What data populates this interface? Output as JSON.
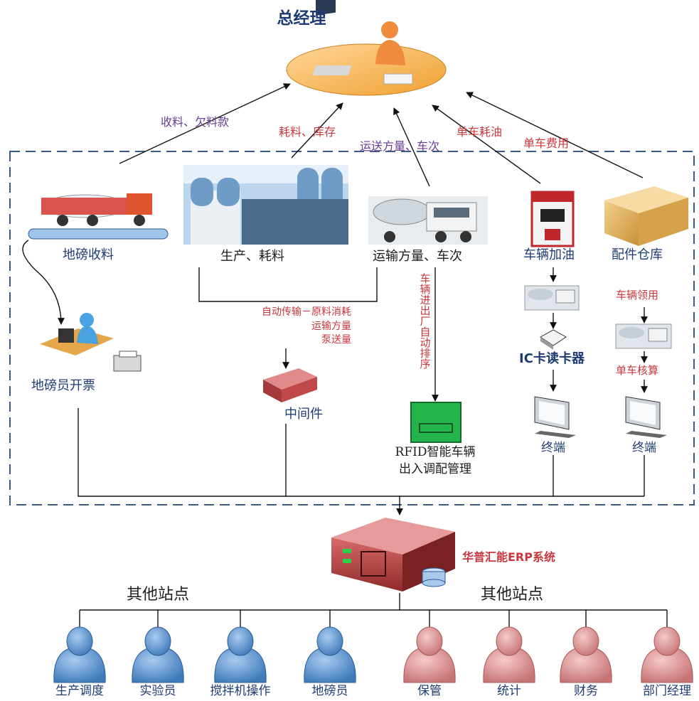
{
  "top": {
    "title": "总经理"
  },
  "flows": {
    "receiving_debt": "收料、欠料款",
    "consumption_inventory": "耗料、库存",
    "transport_trips": "运送方量、车次",
    "fuel_per_vehicle": "单车耗油",
    "cost_per_vehicle": "单车费用"
  },
  "site": {
    "scale_receiving": "地磅收料",
    "production": "生产、耗料",
    "transport": "运输方量、车次",
    "refueling": "车辆加油",
    "parts_warehouse": "配件仓库",
    "scale_clerk_ticket": "地磅员开票",
    "auto_transfer_lines": [
      "自动传输－原料消耗",
      "运输方量",
      "泵送量"
    ],
    "middleware": "中间件",
    "vehicle_auto_queue": "车辆进出厂自动排序",
    "rfid_lines": [
      "RFID智能车辆",
      "出入调配管理"
    ],
    "ic_reader": "IC卡读卡器",
    "vehicle_requisition": "车辆领用",
    "vehicle_accounting": "单车核算",
    "terminal_left": "终端",
    "terminal_right": "终端"
  },
  "server": {
    "name": "华普汇能ERP系统"
  },
  "bottom": {
    "other_sites_left": "其他站点",
    "other_sites_right": "其他站点",
    "users": [
      {
        "label": "生产调度",
        "color": "#4a86c5"
      },
      {
        "label": "实验员",
        "color": "#4a86c5"
      },
      {
        "label": "搅拌机操作",
        "color": "#4a86c5"
      },
      {
        "label": "地磅员",
        "color": "#4a86c5"
      },
      {
        "label": "保管",
        "color": "#d98a8a"
      },
      {
        "label": "统计",
        "color": "#d98a8a"
      },
      {
        "label": "财务",
        "color": "#d98a8a"
      },
      {
        "label": "部门经理",
        "color": "#d98a8a"
      }
    ]
  },
  "colors": {
    "title_blue": "#1f3b73",
    "flow_purple": "#6a3c93",
    "flow_red": "#c8373d",
    "dash_border": "#3b5a8a"
  }
}
